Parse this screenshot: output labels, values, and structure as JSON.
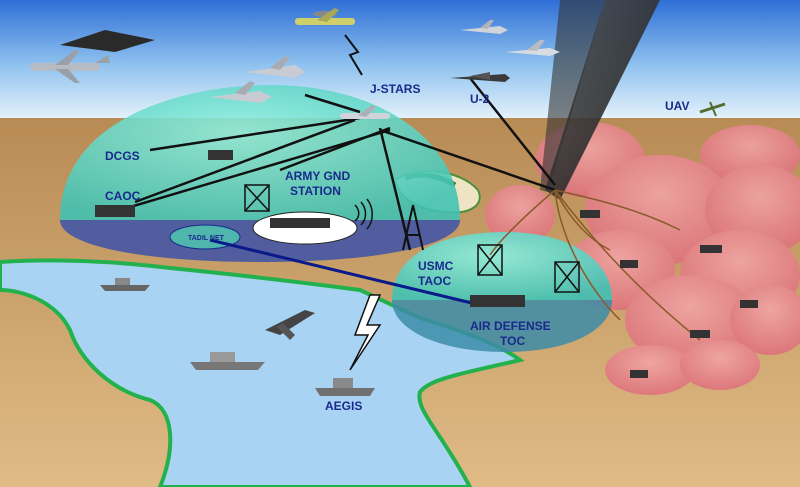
{
  "labels": {
    "jstars": "J-STARS",
    "u2": "U-2",
    "uav": "UAV",
    "dcgs": "DCGS",
    "caoc": "CAOC",
    "army_gnd_line1": "ARMY GND",
    "army_gnd_line2": "STATION",
    "tadil_net": "TADIL NET",
    "usmc_line1": "USMC",
    "usmc_line2": "TAOC",
    "air_defense_line1": "AIR DEFENSE",
    "air_defense_line2": "TOC",
    "aegis": "AEGIS"
  },
  "colors": {
    "sky_top": "#2f6fd6",
    "sky_bottom": "#d8ecf8",
    "land": "#c99a63",
    "land_light": "#d9b27c",
    "water": "#a9d3f2",
    "coast": "#22b14c",
    "dome_cyan": "#5fd6c6",
    "dome_cyan_band": "#3c52a8",
    "dome_red": "#e97f88",
    "label_blue": "#1a2a8c",
    "link_dark": "#111111",
    "link_navy": "#0a1a8a"
  },
  "icons": [
    "stealth-bomber-icon",
    "awacs-aircraft-icon",
    "tanker-aircraft-icon",
    "fighter-jet-icon",
    "u2-aircraft-icon",
    "uav-icon",
    "jstars-aircraft-icon",
    "radar-tower-icon",
    "satellite-dish-icon",
    "warship-icon",
    "aegis-cruiser-icon",
    "ground-vehicle-icon",
    "lightning-icon"
  ]
}
